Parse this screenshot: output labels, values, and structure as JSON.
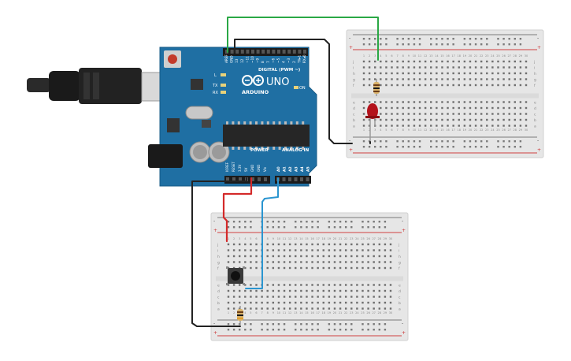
{
  "board": {
    "brand": "ARDUINO",
    "model": "UNO",
    "header_digital": "DIGITAL (PWM ~)",
    "header_power": "POWER",
    "header_analog": "ANALOG IN",
    "label_l": "L",
    "label_tx": "TX",
    "label_rx": "RX",
    "label_on": "ON",
    "digital_pins": [
      "AREF",
      "GND",
      "13",
      "12",
      "~11",
      "~10",
      "~9",
      "8",
      "7",
      "~6",
      "~5",
      "4",
      "~3",
      "2",
      "TX▸1",
      "RX◂0"
    ],
    "power_pins": [
      "IOREF",
      "RESET",
      "3.3V",
      "5V",
      "GND",
      "GND",
      "Vin"
    ],
    "analog_pins": [
      "A0",
      "A1",
      "A2",
      "A3",
      "A4",
      "A5"
    ]
  },
  "breadboard": {
    "row_letters_top": [
      "j",
      "i",
      "h",
      "g",
      "f"
    ],
    "row_letters_bottom": [
      "e",
      "d",
      "c",
      "b",
      "a"
    ],
    "column_count": 30,
    "rail_plus": "+",
    "rail_minus": "-"
  },
  "colors": {
    "board_blue": "#1f6fa3",
    "wire_green": "#2aa845",
    "wire_red": "#d42a2a",
    "wire_blue": "#2a95d0",
    "wire_black": "#222222",
    "led_red": "#b3121b",
    "breadboard": "#e9e9e9",
    "rail_red": "#d04040",
    "rail_blue": "#6a8fc0"
  }
}
